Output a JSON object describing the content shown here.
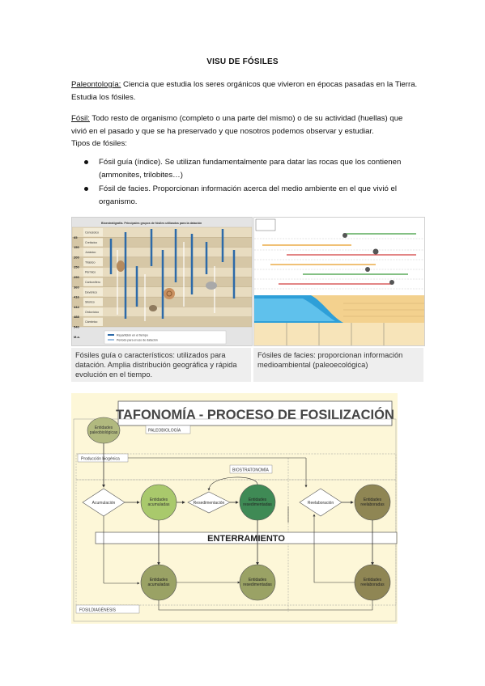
{
  "title": "VISU DE FÓSILES",
  "paleontologia": {
    "term": "Paleontología:",
    "text": " Ciencia que estudia los seres orgánicos que vivieron en épocas pasadas en la Tierra. Estudia los fósiles."
  },
  "fosil": {
    "term": "Fósil:",
    "text": " Todo resto de organismo (completo o una parte del mismo) o de su actividad (huellas) que vivió en el pasado y que se ha preservado y que nosotros podemos observar y estudiar.",
    "types_label": "Tipos de fósiles:"
  },
  "bullets": [
    "Fósil guía (índice). Se utilizan fundamentalmente para datar las rocas que los contienen (ammonites, trilobites…)",
    "Fósil de facies. Proporcionan información acerca del medio ambiente en el que vivió el organismo."
  ],
  "figure1": {
    "header": "Bioestratigrafía. Principales grupos de fósiles utilizados para la datación",
    "periods": [
      "Cenozoico",
      "Cretácico",
      "Jurásico",
      "Triásico",
      "Pérmico",
      "Carbonífero",
      "Devónico",
      "Silúrico",
      "Ordovícico",
      "Cámbrico"
    ],
    "ages": [
      "65",
      "150",
      "200",
      "250",
      "290",
      "360",
      "416",
      "444",
      "488",
      "540",
      "M.a."
    ],
    "legend": [
      "Repartición en el tiempo",
      "Periodo para el uso de datación"
    ]
  },
  "caption1": "Fósiles guía o característicos: utilizados para datación. Amplia distribución geográfica y rápida evolución en el tiempo.",
  "caption2": "Fósiles de facies: proporcionan información medioambiental (paleoecológica)",
  "taphonomy": {
    "title": "TAFONOMÍA - PROCESO DE FOSILIZACIÓN",
    "entidades_paleobiologicas": "Entidades paleobiológicas",
    "paleobiologia": "PALEOBIOLOGÍA",
    "produccion": "Producción biogénica",
    "bioestratonomia": "BIOSTRATONOMÍA",
    "acumulacion": "Acumulación",
    "entidades_acumuladas": "Entidades acumuladas",
    "resedimentacion": "Resedimentación",
    "entidades_resedimentadas": "Entidades resedimentadas",
    "reelaboracion": "Reelaboración",
    "entidades_reelaboradas": "Entidades reelaboradas",
    "enterramiento": "ENTERRAMIENTO",
    "fosildiagenesis": "FOSILDIAGÉNESIS"
  },
  "colors": {
    "light_green": "#a9c96c",
    "olive": "#9aa265",
    "dark_green": "#3f8a55",
    "olive_brown": "#8f8654",
    "diagram_bg": "#fdf7d8"
  }
}
